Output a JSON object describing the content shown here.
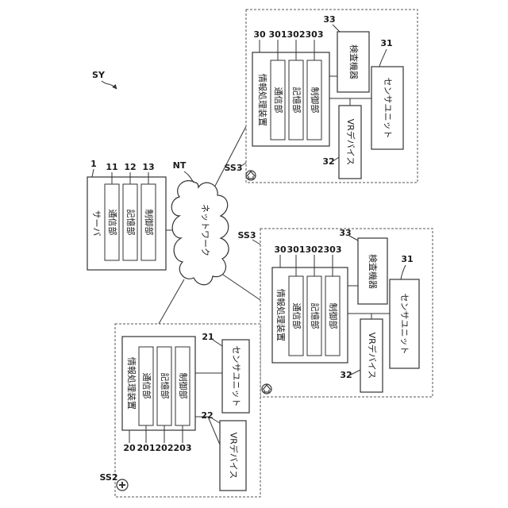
{
  "system_ref": "SY",
  "network": {
    "ref": "NT",
    "label": "ネットワーク"
  },
  "server": {
    "ref": "1",
    "title": "サーバ",
    "units": [
      {
        "ref": "11",
        "label": "通信部"
      },
      {
        "ref": "12",
        "label": "記憶部"
      },
      {
        "ref": "13",
        "label": "制御部"
      }
    ]
  },
  "site_hospital": {
    "ref": "SS2",
    "processor": {
      "ref": "20",
      "title": "情報処理装置",
      "units": [
        {
          "ref": "201",
          "label": "通信部"
        },
        {
          "ref": "202",
          "label": "記憶部"
        },
        {
          "ref": "203",
          "label": "制御部"
        }
      ]
    },
    "sensor": {
      "ref": "21",
      "label": "センサユニット"
    },
    "vr": {
      "ref": "22",
      "label": "VRデバイス"
    }
  },
  "site_home_lower": {
    "ref": "SS3",
    "processor": {
      "ref": "30",
      "title": "情報処理装置",
      "units": [
        {
          "ref": "301",
          "label": "通信部"
        },
        {
          "ref": "302",
          "label": "記憶部"
        },
        {
          "ref": "303",
          "label": "制御部"
        }
      ]
    },
    "sensor": {
      "ref": "31",
      "label": "センサユニット"
    },
    "vr": {
      "ref": "32",
      "label": "VRデバイス"
    },
    "inspection": {
      "ref": "33",
      "label": "検査機器"
    }
  },
  "site_home_upper": {
    "ref": "SS3",
    "processor": {
      "ref": "30",
      "title": "情報処理装置",
      "units": [
        {
          "ref": "301",
          "label": "通信部"
        },
        {
          "ref": "302",
          "label": "記憶部"
        },
        {
          "ref": "303",
          "label": "制御部"
        }
      ]
    },
    "sensor": {
      "ref": "31",
      "label": "センサユニット"
    },
    "vr": {
      "ref": "32",
      "label": "VRデバイス"
    },
    "inspection": {
      "ref": "33",
      "label": "検査機器"
    }
  }
}
